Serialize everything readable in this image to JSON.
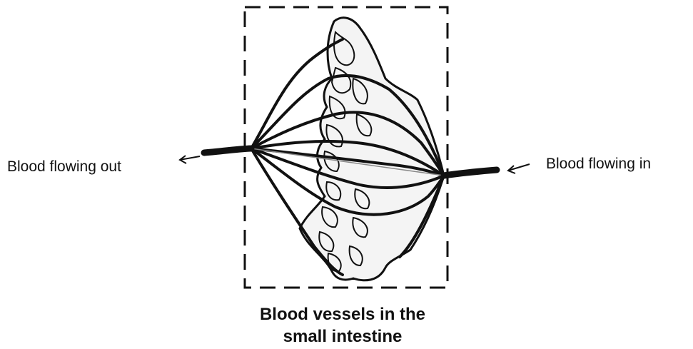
{
  "labels": {
    "outflow": "Blood flowing out",
    "inflow": "Blood flowing in"
  },
  "caption": {
    "line1": "Blood vessels in the",
    "line2": "small intestine"
  },
  "colors": {
    "ink": "#111111",
    "background": "#ffffff",
    "tissue": "#f4f4f4"
  }
}
